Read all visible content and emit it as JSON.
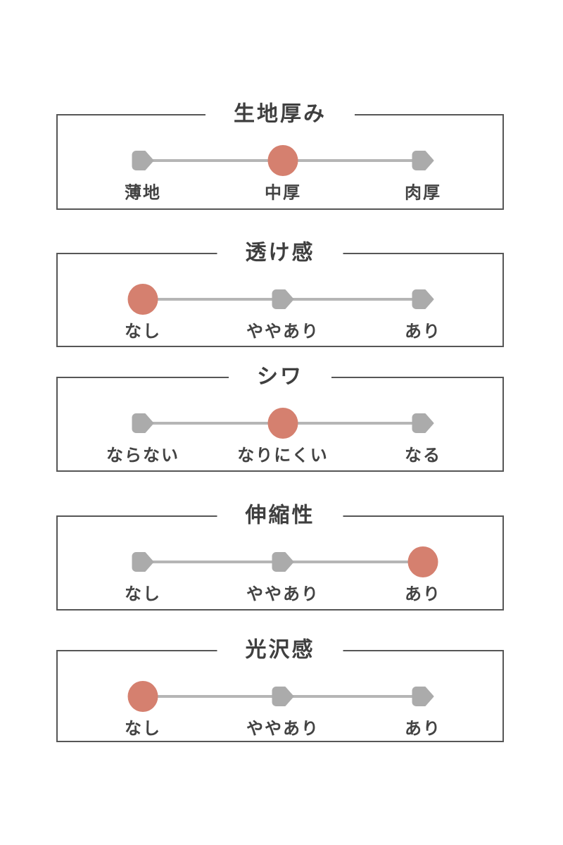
{
  "page": {
    "background": "#ffffff",
    "description_labels": {
      "selected_marker": "current-level",
      "unselected_marker": "level-step"
    }
  },
  "colors": {
    "box_border": "#565656",
    "title_text": "#3f3f3f",
    "label_text": "#434343",
    "track": "#b5b5b5",
    "marker_gray": "#ababab",
    "marker_selected": "#d5806f"
  },
  "sections": [
    {
      "title": "生地厚み",
      "selected_index": 1,
      "options": [
        {
          "label": "薄地"
        },
        {
          "label": "中厚"
        },
        {
          "label": "肉厚"
        }
      ]
    },
    {
      "title": "透け感",
      "selected_index": 0,
      "options": [
        {
          "label": "なし"
        },
        {
          "label": "ややあり"
        },
        {
          "label": "あり"
        }
      ]
    },
    {
      "title": "シワ",
      "selected_index": 1,
      "options": [
        {
          "label": "ならない"
        },
        {
          "label": "なりにくい"
        },
        {
          "label": "なる"
        }
      ]
    },
    {
      "title": "伸縮性",
      "selected_index": 2,
      "options": [
        {
          "label": "なし"
        },
        {
          "label": "ややあり"
        },
        {
          "label": "あり"
        }
      ]
    },
    {
      "title": "光沢感",
      "selected_index": 0,
      "options": [
        {
          "label": "なし"
        },
        {
          "label": "ややあり"
        },
        {
          "label": "あり"
        }
      ]
    }
  ]
}
